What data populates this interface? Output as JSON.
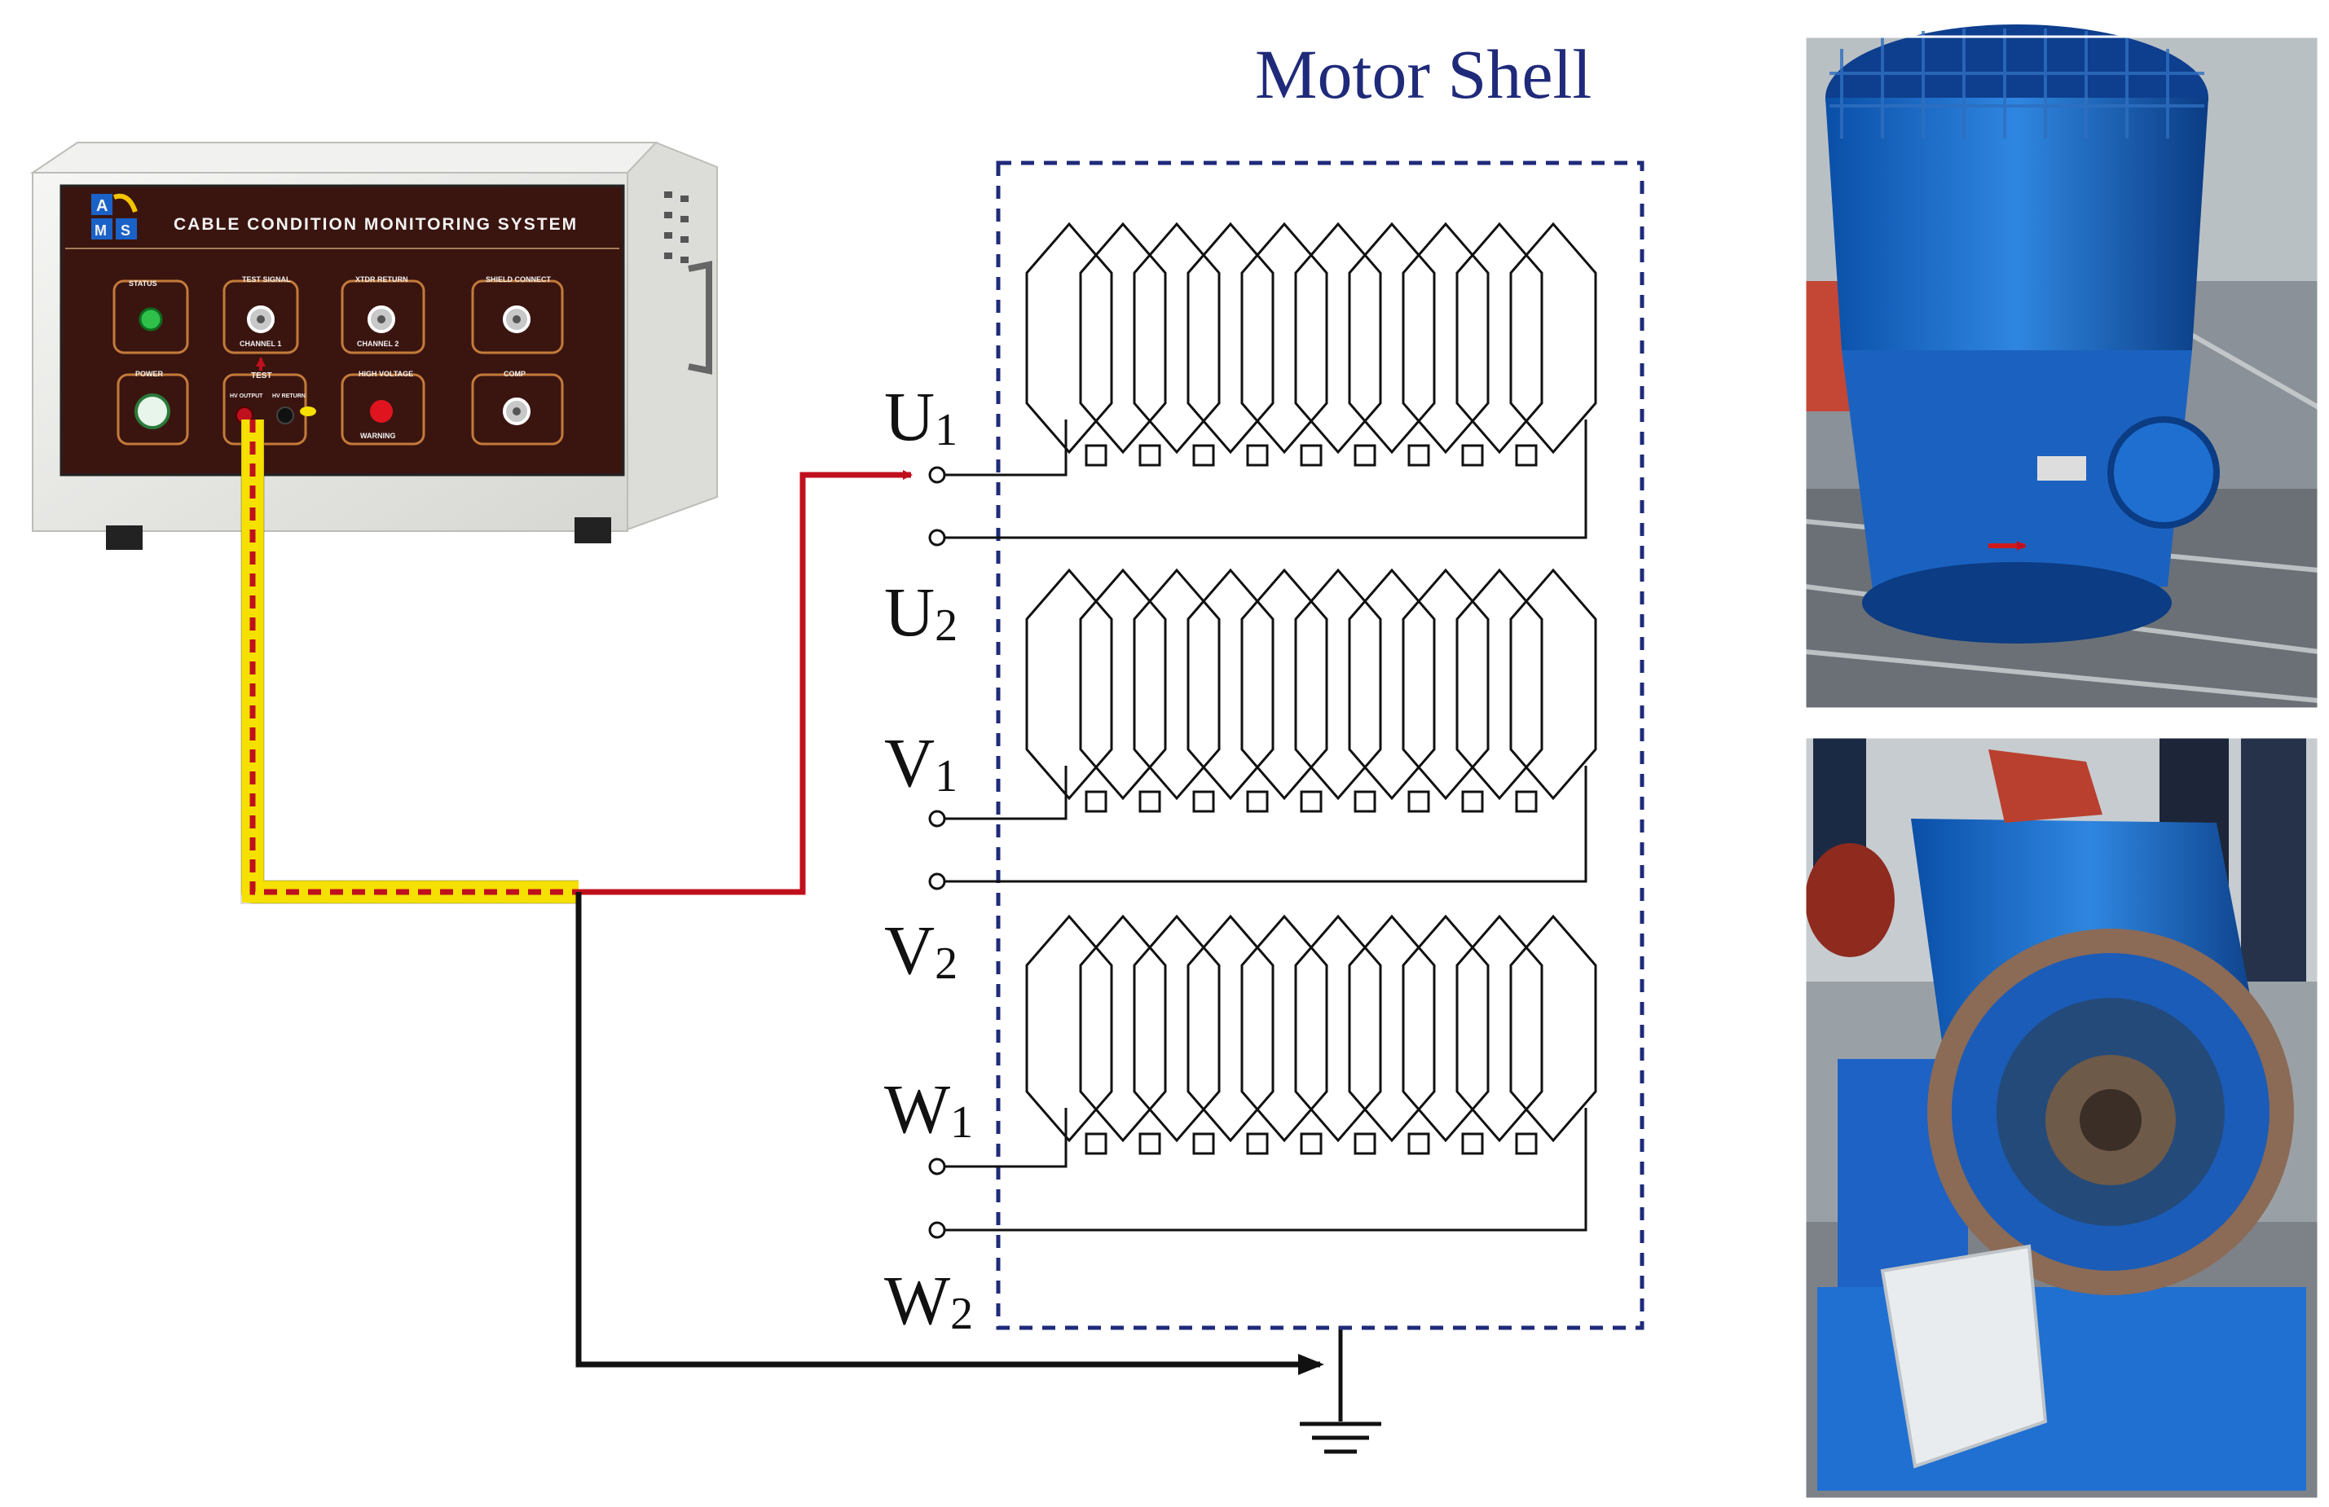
{
  "diagram": {
    "title": "Motor Shell",
    "device": {
      "logo_letters": [
        "A",
        "M",
        "S"
      ],
      "panel_title": "CABLE CONDITION MONITORING SYSTEM",
      "labels": {
        "status": "STATUS",
        "test_signal": "TEST SIGNAL",
        "channel_1": "CHANNEL 1",
        "xtdr_return": "XTDR RETURN",
        "channel_2": "CHANNEL 2",
        "shield_connect": "SHIELD CONNECT",
        "power": "POWER",
        "test": "TEST",
        "hv_output": "HV OUTPUT",
        "hv_return": "HV RETURN",
        "high_voltage": "HIGH VOLTAGE",
        "warning": "WARNING",
        "comp": "COMP"
      }
    },
    "terminals": [
      {
        "letter": "U",
        "sub": "1"
      },
      {
        "letter": "U",
        "sub": "2"
      },
      {
        "letter": "V",
        "sub": "1"
      },
      {
        "letter": "V",
        "sub": "2"
      },
      {
        "letter": "W",
        "sub": "1"
      },
      {
        "letter": "W",
        "sub": "2"
      }
    ],
    "colors": {
      "shell": "#1f2a7a",
      "signal_wire": "#c0101e",
      "ground_wire": "#111111",
      "cable_outer": "#f5e000",
      "panel": "#3a1510",
      "device_body": "#ececea"
    }
  }
}
